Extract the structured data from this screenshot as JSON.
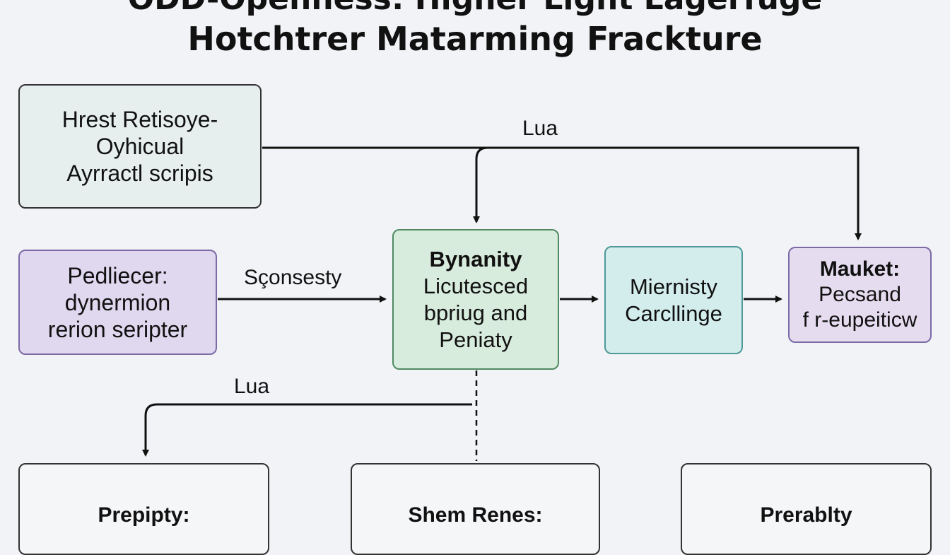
{
  "title": {
    "line1": "ODD-Openness: Higher Light Lagerfuge",
    "line2": "Hotchtrer Matarming Frackture"
  },
  "nodes": {
    "top_left": {
      "lines": [
        "Hrest Retisoye-",
        "Oyhicual",
        "Ayrractl scripis"
      ]
    },
    "mid_left": {
      "lines": [
        "Pedliecer:",
        "dynermion",
        "rerion seripter"
      ]
    },
    "center": {
      "heading": "Bynanity",
      "lines": [
        "Licutesced",
        "bpriug and",
        "Peniaty"
      ]
    },
    "mid_right": {
      "lines": [
        "Miernisty",
        "Carcllinge"
      ]
    },
    "right": {
      "heading": "Mauket:",
      "lines": [
        "Pecsand",
        "f r-eupeiticw"
      ]
    },
    "bottom_left": {
      "heading": "Prepipty:"
    },
    "bottom_mid": {
      "heading": "Shem Renes:"
    },
    "bottom_right": {
      "heading": "Prerablty"
    }
  },
  "edge_labels": {
    "top": "Lua",
    "left": "Sçonsesty",
    "bottom": "Lua"
  },
  "colors": {
    "background": "#f1f3f6",
    "connector": "#111111",
    "purple_node": "#e0d8ef",
    "green_node": "#d8ecdd",
    "teal_node": "#d3ecec",
    "gray_node": "#e6efee"
  }
}
